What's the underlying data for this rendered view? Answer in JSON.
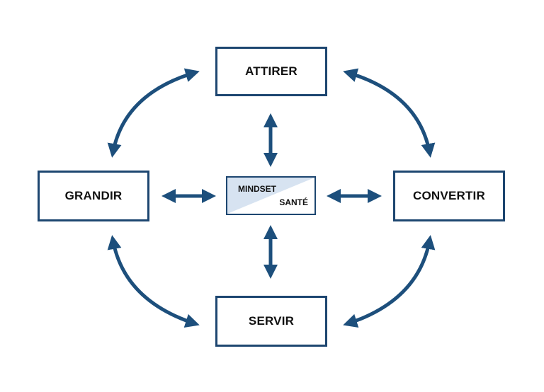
{
  "colors": {
    "arrow": "#1d4f7c",
    "border": "#1d4670",
    "center_fill": "#d7e3f1"
  },
  "nodes": {
    "top": "ATTIRER",
    "right": "CONVERTIR",
    "bottom": "SERVIR",
    "left": "GRANDIR"
  },
  "center": {
    "top_left_label": "MINDSET",
    "bottom_right_label": "SANTÉ"
  },
  "connections": [
    {
      "from": "ATTIRER",
      "to": "CONVERTIR",
      "style": "curved-double-arrow"
    },
    {
      "from": "CONVERTIR",
      "to": "SERVIR",
      "style": "curved-double-arrow"
    },
    {
      "from": "SERVIR",
      "to": "GRANDIR",
      "style": "curved-double-arrow"
    },
    {
      "from": "GRANDIR",
      "to": "ATTIRER",
      "style": "curved-double-arrow"
    },
    {
      "from": "ATTIRER",
      "to": "center",
      "style": "straight-double-arrow"
    },
    {
      "from": "CONVERTIR",
      "to": "center",
      "style": "straight-double-arrow"
    },
    {
      "from": "SERVIR",
      "to": "center",
      "style": "straight-double-arrow"
    },
    {
      "from": "GRANDIR",
      "to": "center",
      "style": "straight-double-arrow"
    }
  ]
}
